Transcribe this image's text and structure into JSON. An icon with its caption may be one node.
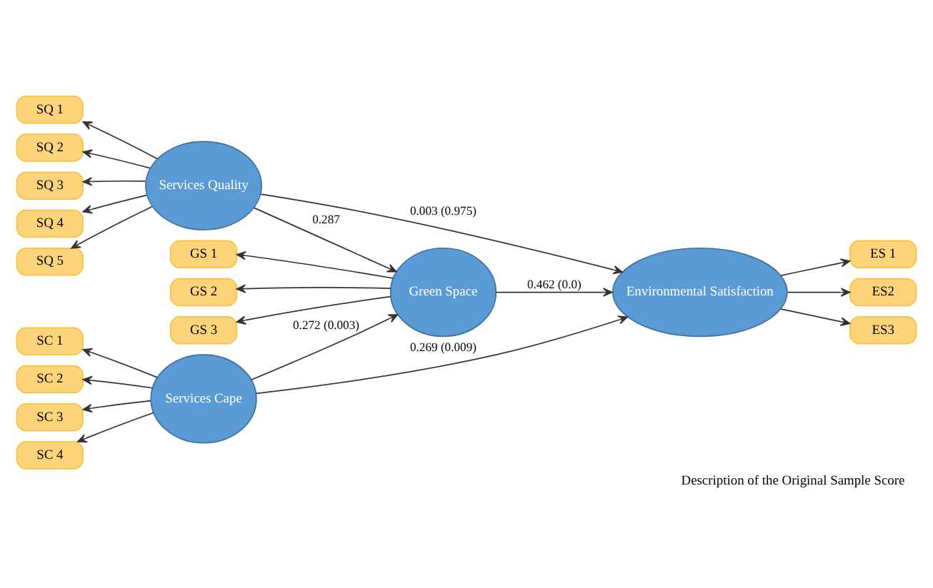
{
  "diagram": {
    "caption": "Description of the Original Sample Score",
    "nodes": [
      {
        "text": [
          "SQ 1"
        ]
      },
      {
        "text": [
          "SQ 2"
        ]
      },
      {
        "text": [
          "SQ 3"
        ]
      },
      {
        "text": [
          "SQ 4"
        ]
      },
      {
        "text": [
          "SQ 5"
        ]
      },
      {
        "text": [
          "Services Quality"
        ]
      },
      {
        "text": [
          "GS 1"
        ]
      },
      {
        "text": [
          "GS 2"
        ]
      },
      {
        "text": [
          "GS 3"
        ]
      },
      {
        "text": [
          "Green Space"
        ]
      },
      {
        "text": [
          "Environmental Satisfaction"
        ]
      },
      {
        "text": [
          "ES 1"
        ]
      },
      {
        "text": [
          "ES2"
        ]
      },
      {
        "text": [
          "ES3"
        ]
      },
      {
        "text": [
          "SC 1"
        ]
      },
      {
        "text": [
          "SC 2"
        ]
      },
      {
        "text": [
          "SC 3"
        ]
      },
      {
        "text": [
          "SC 4"
        ]
      },
      {
        "text": [
          "Services Cape"
        ]
      }
    ],
    "edges": [
      {
        "from": 5,
        "to": 0,
        "arrow": "to"
      },
      {
        "from": 5,
        "to": 1,
        "arrow": "to"
      },
      {
        "from": 5,
        "to": 2,
        "arrow": "to"
      },
      {
        "from": 5,
        "to": 3,
        "arrow": "to"
      },
      {
        "from": 5,
        "to": 4,
        "arrow": "to"
      },
      {
        "from": 5,
        "to": 9,
        "arrow": "to",
        "label": "0.287"
      },
      {
        "from": 5,
        "to": 10,
        "arrow": "to",
        "label": "0.003 (0.975)"
      },
      {
        "from": 9,
        "to": 6,
        "arrow": "to"
      },
      {
        "from": 9,
        "to": 7,
        "arrow": "to"
      },
      {
        "from": 9,
        "to": 8,
        "arrow": "to"
      },
      {
        "from": 9,
        "to": 10,
        "arrow": "to",
        "label": "0.462 (0.0)"
      },
      {
        "from": 10,
        "to": 11,
        "arrow": "to"
      },
      {
        "from": 10,
        "to": 12,
        "arrow": "to"
      },
      {
        "from": 10,
        "to": 13,
        "arrow": "to"
      },
      {
        "from": 18,
        "to": 14,
        "arrow": "to"
      },
      {
        "from": 18,
        "to": 15,
        "arrow": "to"
      },
      {
        "from": 18,
        "to": 16,
        "arrow": "to"
      },
      {
        "from": 18,
        "to": 17,
        "arrow": "to"
      },
      {
        "from": 18,
        "to": 9,
        "arrow": "to",
        "label": "0.272 (0.003)"
      },
      {
        "from": 18,
        "to": 10,
        "arrow": "to",
        "label": "0.269 (0.009)"
      }
    ]
  }
}
